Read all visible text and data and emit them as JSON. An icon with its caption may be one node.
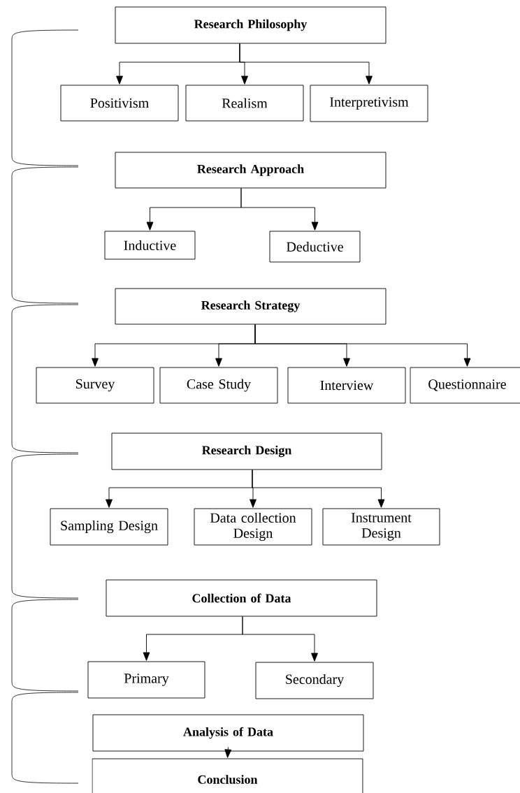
{
  "diagram": {
    "nodes": [
      {
        "text": [
          "Research Philosophy"
        ]
      },
      {
        "text": [
          "Positivism"
        ]
      },
      {
        "text": [
          "Realism"
        ]
      },
      {
        "text": [
          "Interpretivism"
        ]
      },
      {
        "text": [
          "Research Approach"
        ]
      },
      {
        "text": [
          "Inductive"
        ]
      },
      {
        "text": [
          "Deductive"
        ]
      },
      {
        "text": [
          "Research Strategy"
        ]
      },
      {
        "text": [
          "Survey"
        ]
      },
      {
        "text": [
          "Case Study"
        ]
      },
      {
        "text": [
          "Interview"
        ]
      },
      {
        "text": [
          "Questionnaire"
        ]
      },
      {
        "text": [
          "Research Design"
        ]
      },
      {
        "text": [
          "Sampling Design"
        ]
      },
      {
        "text": [
          "Data collection Design"
        ]
      },
      {
        "text": [
          "Instrument Design"
        ]
      },
      {
        "text": [
          "Collection of Data"
        ]
      },
      {
        "text": [
          "Primary"
        ]
      },
      {
        "text": [
          "Secondary"
        ]
      },
      {
        "text": [
          "Analysis of Data"
        ]
      },
      {
        "text": [
          "Conclusion"
        ]
      }
    ],
    "edges": [
      {
        "from": 0,
        "to": 1,
        "arrow": "to"
      },
      {
        "from": 0,
        "to": 2,
        "arrow": "to"
      },
      {
        "from": 0,
        "to": 3,
        "arrow": "to"
      },
      {
        "from": 4,
        "to": 5,
        "arrow": "to"
      },
      {
        "from": 4,
        "to": 6,
        "arrow": "to"
      },
      {
        "from": 7,
        "to": 8,
        "arrow": "to"
      },
      {
        "from": 7,
        "to": 9,
        "arrow": "to"
      },
      {
        "from": 7,
        "to": 10,
        "arrow": "to"
      },
      {
        "from": 7,
        "to": 11,
        "arrow": "to"
      },
      {
        "from": 12,
        "to": 13,
        "arrow": "to"
      },
      {
        "from": 12,
        "to": 14,
        "arrow": "to"
      },
      {
        "from": 12,
        "to": 15,
        "arrow": "to"
      },
      {
        "from": 16,
        "to": 17,
        "arrow": "to"
      },
      {
        "from": 16,
        "to": 18,
        "arrow": "to"
      },
      {
        "from": 19,
        "to": 20,
        "arrow": "to"
      }
    ]
  }
}
